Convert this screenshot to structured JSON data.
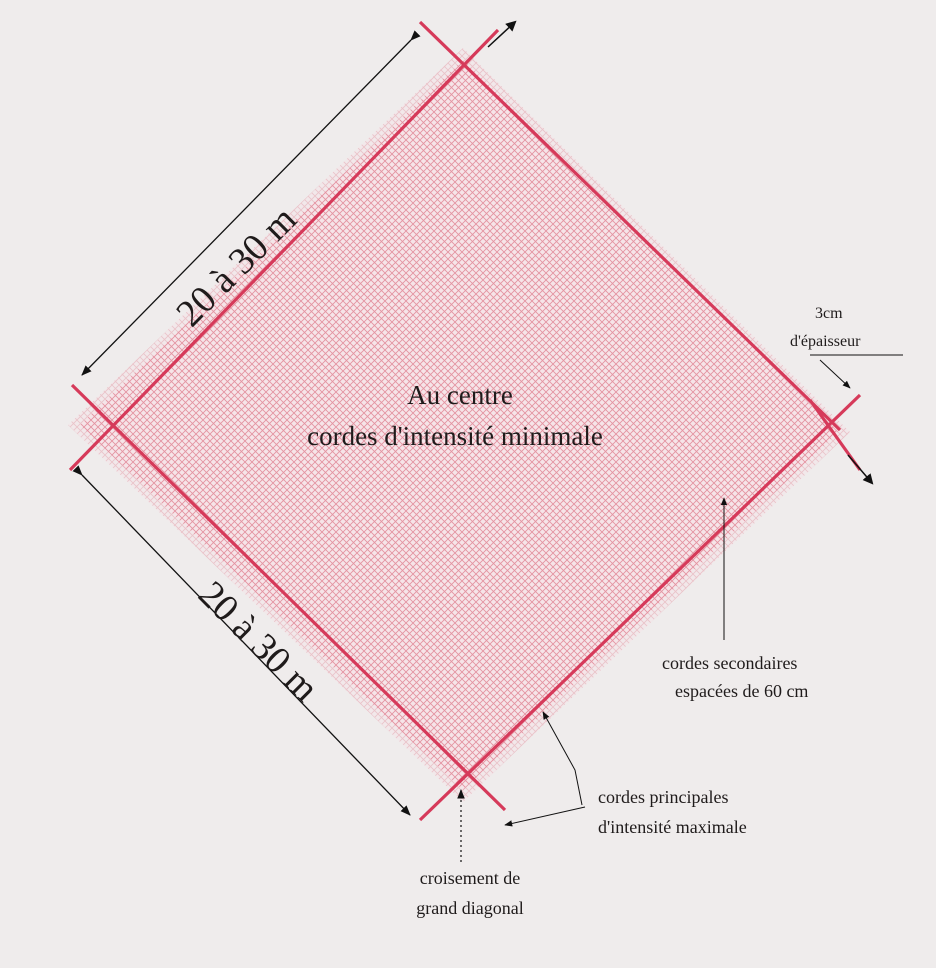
{
  "center_label": {
    "line1": "Au centre",
    "line2": "cordes d'intensité minimale"
  },
  "dimension_labels": {
    "top_left": "20 à 30 m",
    "bottom_left": "20 à 30 m"
  },
  "annotations": {
    "thickness_line1": "3cm",
    "thickness_line2": "d'épaisseur",
    "secondary_line1": "cordes secondaires",
    "secondary_line2": "espacées de 60 cm",
    "principal_line1": "cordes principales",
    "principal_line2": "d'intensité maximale",
    "crossing_line1": "croisement de",
    "crossing_line2": "grand diagonal"
  },
  "colors": {
    "rope": "#d63a5a",
    "mesh": "#e8a0ad",
    "text": "#1f1b1b",
    "page_text": "#c9c6c6"
  }
}
